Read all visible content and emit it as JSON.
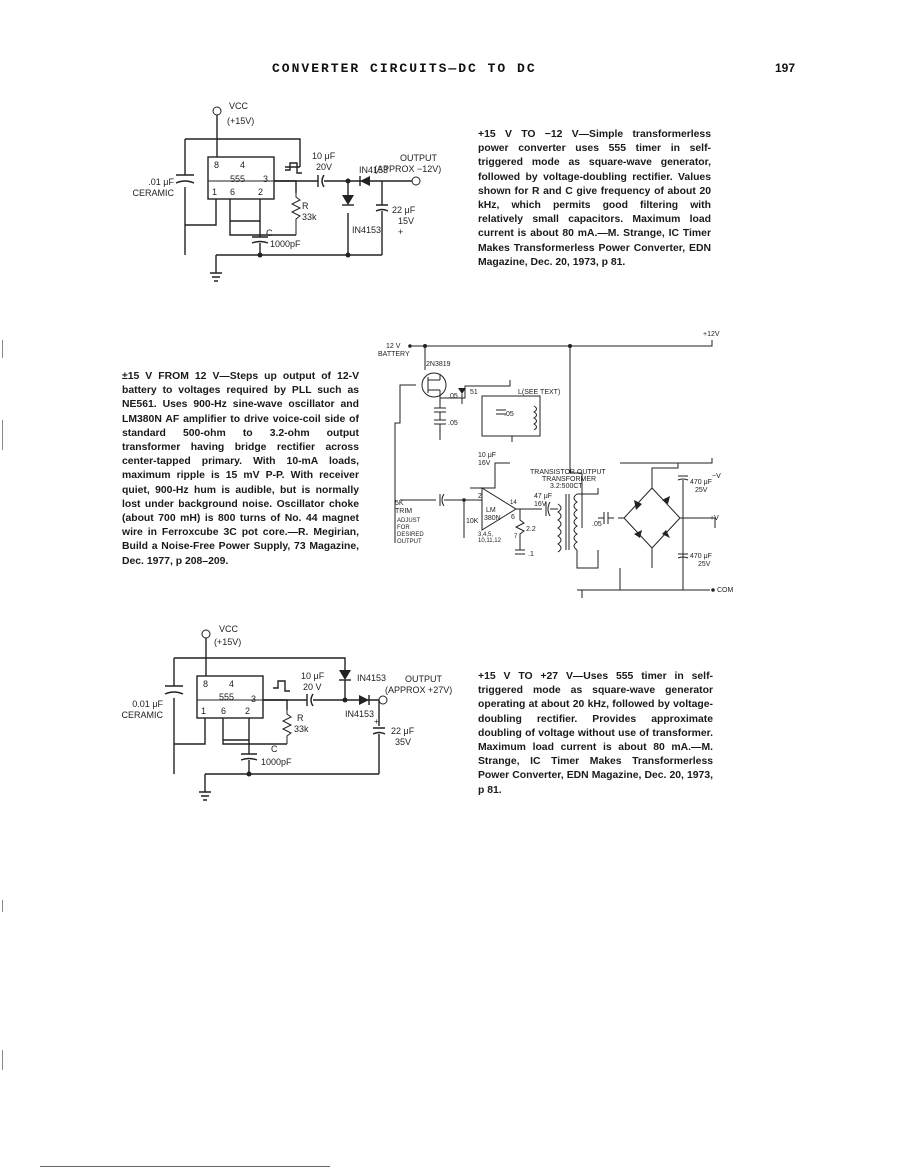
{
  "header": {
    "title": "CONVERTER CIRCUITS—DC TO DC",
    "page_number": "197"
  },
  "captions": {
    "c1": {
      "head": "+15 V TO −12 V—Simple transformerless",
      "body": "power converter uses 555 timer in self-triggered mode as square-wave generator, followed by voltage-doubling rectifier. Values shown for R and C give frequency of about 20 kHz, which permits good filtering with relatively small capacitors. Maximum load current is about 80 mA.—M. Strange, IC Timer Makes Transformerless Power Converter, EDN Magazine, Dec. 20, 1973, p 81."
    },
    "c2": {
      "head": "±15 V FROM 12 V—Steps up output of 12-V battery to voltages required by PLL such as NE561.",
      "body": "Uses 900-Hz sine-wave oscillator and LM380N AF amplifier to drive voice-coil side of standard 500-ohm to 3.2-ohm output transformer having bridge rectifier across center-tapped primary. With 10-mA loads, maximum ripple is 15 mV P-P. With receiver quiet, 900-Hz hum is audible, but is normally lost under background noise. Oscillator choke (about 700 mH) is 800 turns of No. 44 magnet wire in Ferroxcube 3C pot core.—R. Megirian, Build a Noise-Free Power Supply, 73 Magazine, Dec. 1977, p 208–209."
    },
    "c3": {
      "head": "+15 V TO +27 V—Uses 555 timer in self-triggered",
      "body": "mode as square-wave generator operating at about 20 kHz, followed by voltage-doubling rectifier. Provides approximate doubling of voltage without use of transformer. Maximum load current is about 80 mA.—M. Strange, IC Timer Makes Transformerless Power Converter, EDN Magazine, Dec. 20, 1973, p 81."
    }
  },
  "fig1": {
    "vcc": "VCC",
    "vcc_val": "(+15V)",
    "cap_val": ".01 μF",
    "cap_type": "CERAMIC",
    "pin8": "8",
    "pin4": "4",
    "ic": "555",
    "pin3": "3",
    "pin1": "1",
    "pin6": "6",
    "pin2": "2",
    "c10": "10 μF",
    "c10v": "20V",
    "r": "R",
    "rval": "33k",
    "c": "C",
    "cval": "1000pF",
    "d1": "IN4153",
    "d2": "IN4153",
    "out": "OUTPUT",
    "outv": "(APPROX −12V)",
    "c22": "22 μF",
    "c22v": "15V",
    "plus": "+"
  },
  "fig2": {
    "bat": "12 V",
    "bat2": "BATTERY",
    "q": "2N3819",
    "plus12": "+12V",
    "c05a": ".05",
    "d51": "51",
    "l": "L(SEE TEXT)",
    "c05b": ".05",
    "c05c": ".05",
    "c10": "10 μF",
    "c10v": "16V",
    "trim": "5K",
    "trim2": "TRIM",
    "adj1": "ADJUST",
    "adj2": "FOR",
    "adj3": "DESIRED",
    "adj4": "OUTPUT",
    "r10k": "10K",
    "lm": "LM",
    "lm2": "380N",
    "pins": "3,4,5,",
    "pins2": "10,11,12",
    "p2": "2",
    "p6": "6",
    "p7": "7",
    "p14": "14",
    "c47": "47 μF",
    "c47v": "16V",
    "r22": "2.2",
    "c1": ".1",
    "xf": "TRANSISTOR OUTPUT",
    "xf2": "TRANSFORMER",
    "xf3": "3.2:500CT",
    "c05d": ".05",
    "c470a": "470 μF",
    "c470av": "25V",
    "minusv": "−V",
    "plusv": "+V",
    "c470b": "470 μF",
    "c470bv": "25V",
    "com": "COM"
  },
  "fig3": {
    "vcc": "VCC",
    "vcc_val": "(+15V)",
    "cap_val": "0.01 μF",
    "cap_type": "CERAMIC",
    "pin8": "8",
    "pin4": "4",
    "ic": "555",
    "pin3": "3",
    "pin1": "1",
    "pin6": "6",
    "pin2": "2",
    "c10": "10 μF",
    "c10v": "20 V",
    "d1": "IN4153",
    "d2": "IN4153",
    "out": "OUTPUT",
    "outv": "(APPROX +27V)",
    "r": "R",
    "rval": "33k",
    "c": "C",
    "cval": "1000pF",
    "c22": "22 μF",
    "c22v": "35V",
    "plus": "+"
  }
}
